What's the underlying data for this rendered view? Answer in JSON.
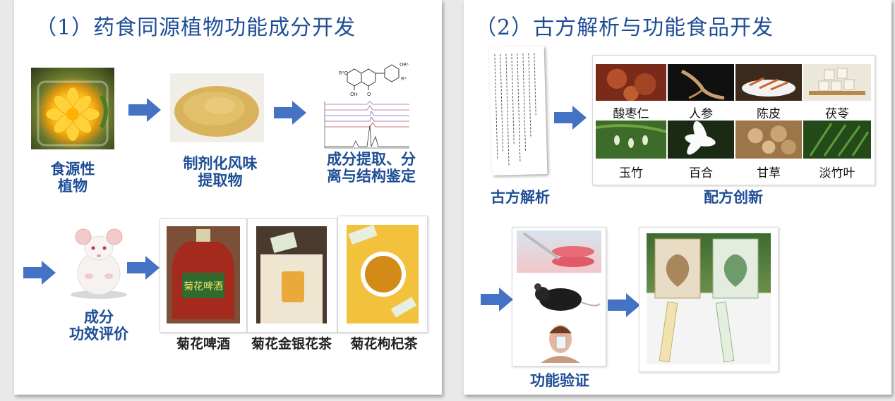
{
  "left_panel": {
    "title": "（1）药食同源植物功能成分开发",
    "label_plant": "食源性\n植物",
    "label_extract": "制剂化风味\n提取物",
    "label_separation": "成分提取、分\n离与结构鉴定",
    "label_efficacy": "成分\n功效评价",
    "product_beer": "菊花啤酒",
    "product_jinyin": "菊花金银花茶",
    "product_gouqi": "菊花枸杞茶",
    "structure_labels": [
      "R²O",
      "OR¹",
      "R²",
      "OH",
      "O"
    ]
  },
  "right_panel": {
    "title": "（2）古方解析与功能食品开发",
    "label_analysis": "古方解析",
    "label_innovation": "配方创新",
    "label_validation": "功能验证",
    "ingredients": [
      "酸枣仁",
      "人参",
      "陈皮",
      "茯苓",
      "玉竹",
      "百合",
      "甘草",
      "淡竹叶"
    ]
  },
  "colors": {
    "title_blue": "#1f4e96",
    "arrow_blue": "#4472c4"
  }
}
